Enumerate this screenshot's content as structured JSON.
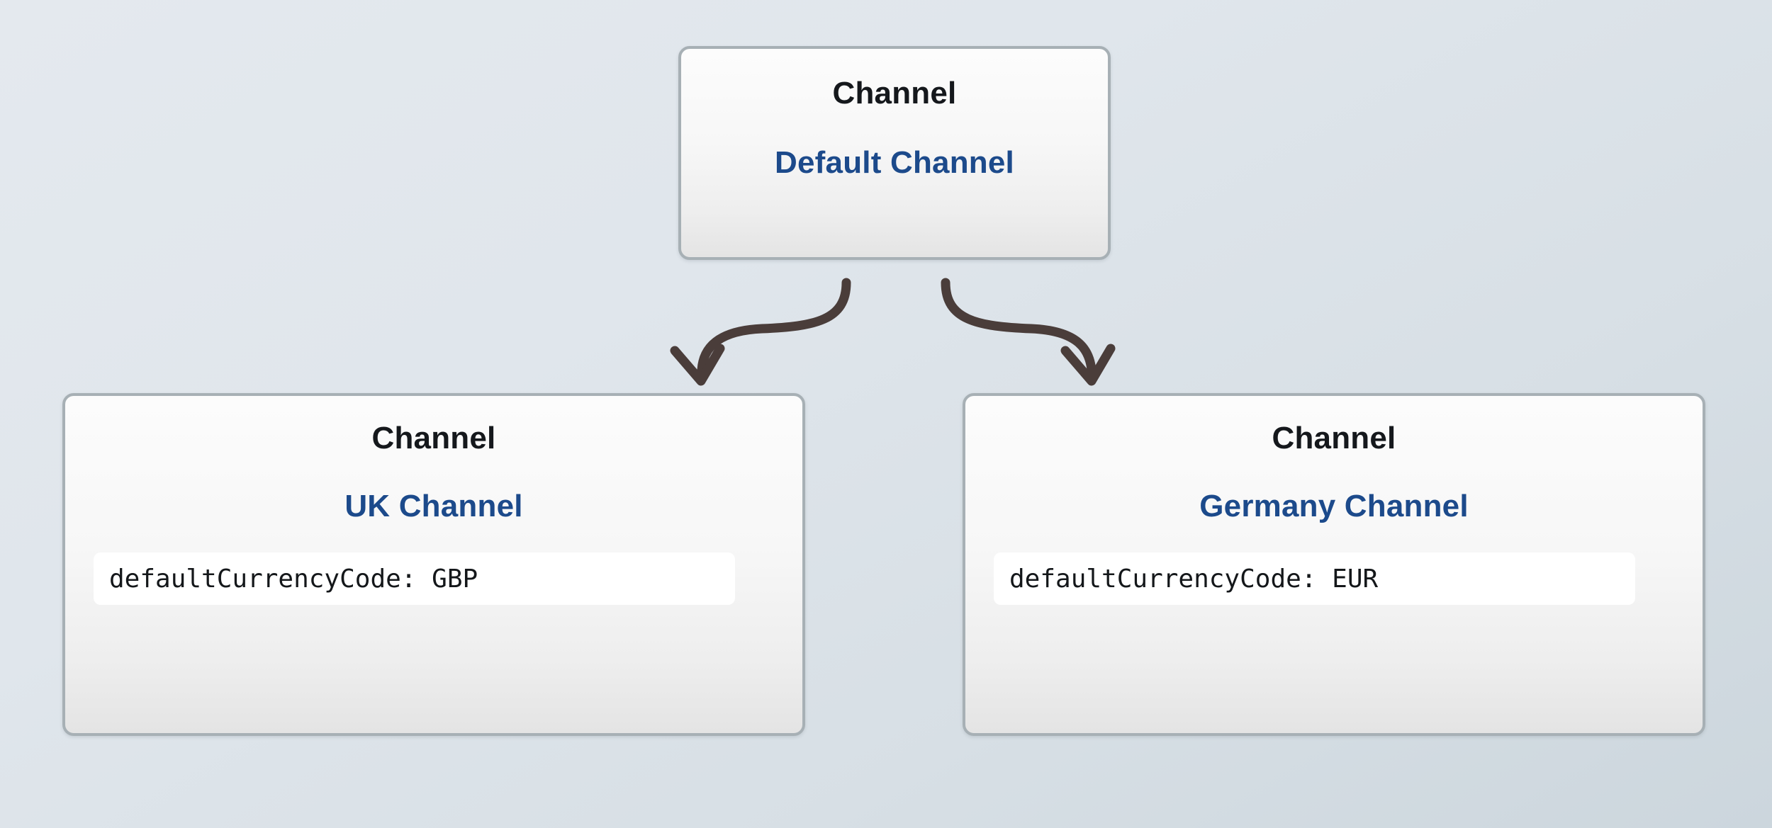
{
  "diagram": {
    "kind": "hierarchy-diagram",
    "background_start_color": "#e4e9ee",
    "background_end_color": "#ccd6dd",
    "node_border_color": "#a7b0b5",
    "node_type_color": "#15181c",
    "node_title_color": "#1c4a8b",
    "attribute_pill_color": "#ffffff",
    "connector_color": "#4a3d3a"
  },
  "root": {
    "type_label": "Channel",
    "title": "Default Channel"
  },
  "children": [
    {
      "type_label": "Channel",
      "title": "UK Channel",
      "attribute": "defaultCurrencyCode: GBP"
    },
    {
      "type_label": "Channel",
      "title": "Germany Channel",
      "attribute": "defaultCurrencyCode: EUR"
    }
  ],
  "connectors": [
    {
      "name": "root-to-uk",
      "from": "Default Channel",
      "to": "UK Channel"
    },
    {
      "name": "root-to-germany",
      "from": "Default Channel",
      "to": "Germany Channel"
    }
  ]
}
